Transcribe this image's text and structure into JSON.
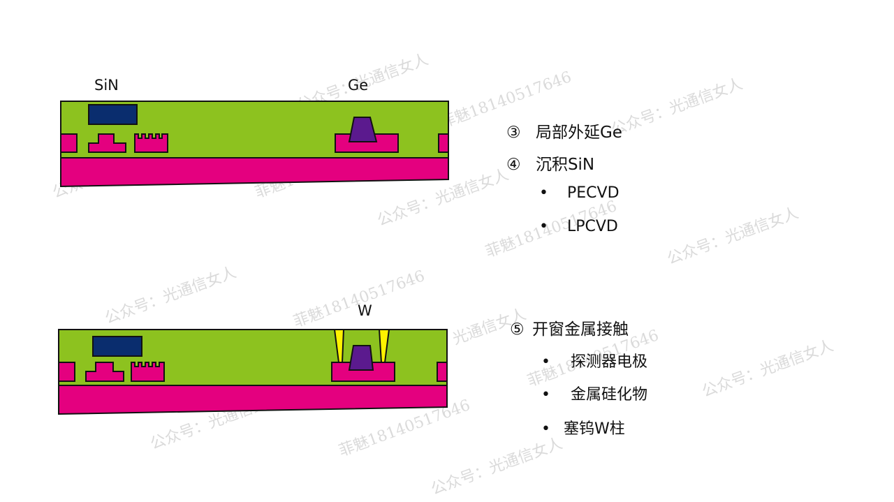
{
  "diagram1": {
    "label_sin": "SiN",
    "label_ge": "Ge"
  },
  "diagram2": {
    "label_w": "W"
  },
  "steps": [
    {
      "marker": "③",
      "text": "局部外延Ge"
    },
    {
      "marker": "④",
      "text": "沉积SiN",
      "bullets": [
        "PECVD",
        "LPCVD"
      ]
    },
    {
      "marker": "⑤",
      "text": "开窗金属接触",
      "bullets": [
        "探测器电极",
        "金属硅化物",
        "塞钨W柱"
      ]
    }
  ],
  "bullet_char": "•",
  "watermarks": [
    "公众号：光通信女人",
    "菲魅18140517646"
  ],
  "colors": {
    "oxide": "#8dc21f",
    "silicon": "#e4007f",
    "sin": "#0a2d6e",
    "ge": "#5b1a8e",
    "tungsten": "#fff200"
  }
}
